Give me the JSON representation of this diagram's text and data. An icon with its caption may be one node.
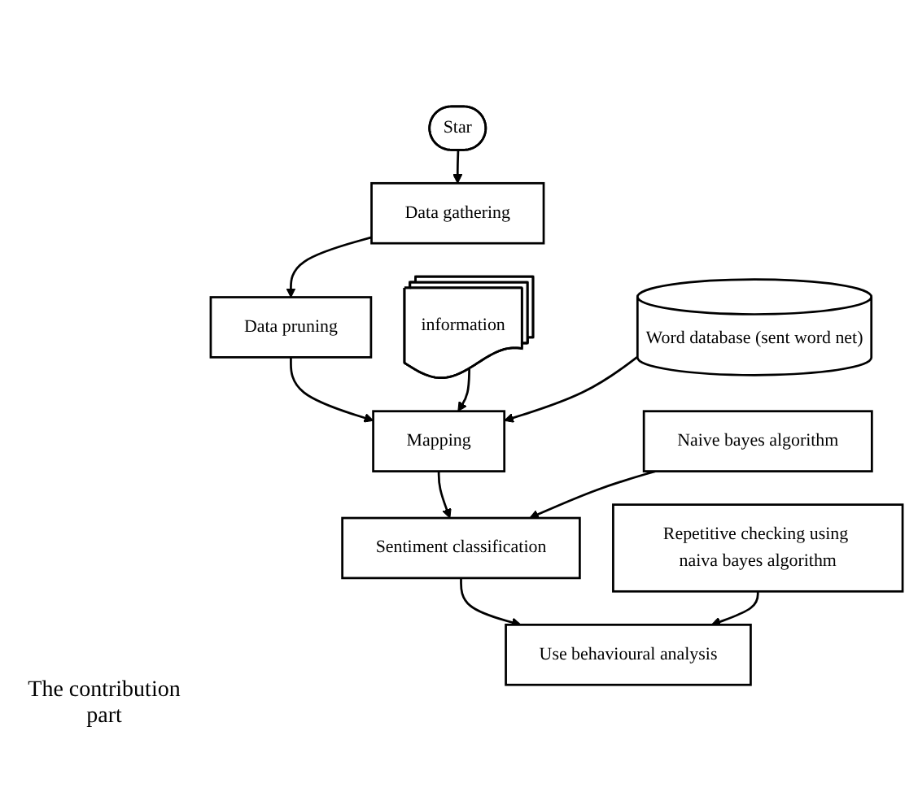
{
  "diagram": {
    "nodes": [
      {
        "text": [
          "Star"
        ]
      },
      {
        "text": [
          "Data gathering"
        ]
      },
      {
        "text": [
          "Data pruning"
        ]
      },
      {
        "text": [
          "information"
        ]
      },
      {
        "text": [
          "Mapping"
        ]
      },
      {
        "text": [
          "Word database (sent word net)"
        ]
      },
      {
        "text": [
          "Sentiment classification"
        ]
      },
      {
        "text": [
          "Naive bayes algorithm"
        ]
      },
      {
        "text": [
          "Use behavioural analysis"
        ]
      },
      {
        "text": [
          "Repetitive checking using naiva bayes algorithm"
        ]
      }
    ],
    "edges": [
      {
        "from": 0,
        "to": 1,
        "arrow": "to"
      },
      {
        "from": 1,
        "to": 2,
        "arrow": "to"
      },
      {
        "from": 2,
        "to": 4,
        "arrow": "to"
      },
      {
        "from": 3,
        "to": 4,
        "arrow": "to"
      },
      {
        "from": 5,
        "to": 4,
        "arrow": "to"
      },
      {
        "from": 4,
        "to": 6,
        "arrow": "to"
      },
      {
        "from": 7,
        "to": 6,
        "arrow": "to"
      },
      {
        "from": 6,
        "to": 8,
        "arrow": "to"
      },
      {
        "from": 9,
        "to": 8,
        "arrow": "to"
      }
    ],
    "labels": [
      "The contribution part"
    ]
  }
}
